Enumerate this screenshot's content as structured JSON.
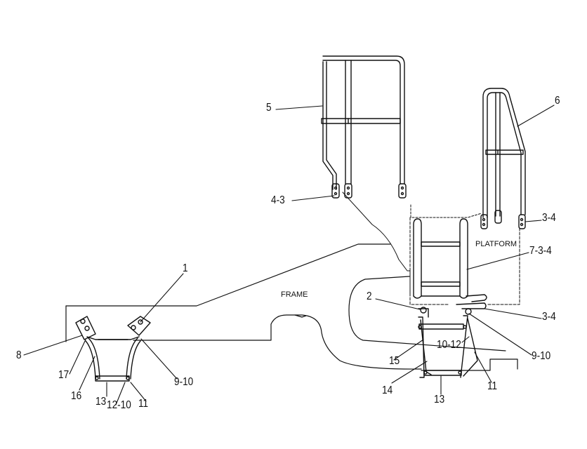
{
  "labels": {
    "frame": "FRAME",
    "platform": "PLATFORM"
  },
  "callouts": {
    "c1": "1",
    "c2": "2",
    "c3_4_upper": "3-4",
    "c3_4_lower": "3-4",
    "c4_3": "4-3",
    "c5": "5",
    "c6": "6",
    "c7_3_4": "7-3-4",
    "c8": "8",
    "c9_10_left": "9-10",
    "c9_10_right": "9-10",
    "c10_12": "10-12",
    "c11_left": "11",
    "c11_right": "11",
    "c12_10": "12-10",
    "c13_left": "13",
    "c13_right": "13",
    "c14": "14",
    "c15": "15",
    "c16": "16",
    "c17": "17"
  }
}
